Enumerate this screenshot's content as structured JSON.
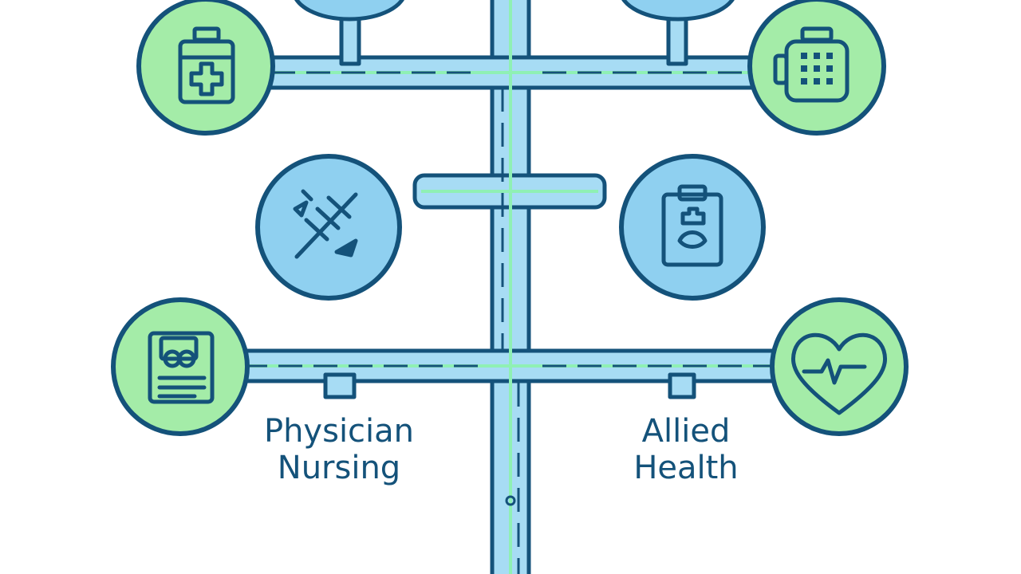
{
  "colors": {
    "outline": "#14527a",
    "blue_fill": "#8fd0f0",
    "green_fill": "#a4eca8",
    "pipe_fill": "#a7dcf4",
    "glow": "#8ff0b4",
    "background": "#ffffff"
  },
  "labels": {
    "left_line1": "Physician",
    "left_line2": "Nursing",
    "right_line1": "Allied",
    "right_line2": "Health"
  },
  "nodes": [
    {
      "name": "medicine-bottle-node",
      "icon": "medicine-bottle-icon",
      "fill": "green"
    },
    {
      "name": "pill-bottle-grid-node",
      "icon": "pill-bottle-icon",
      "fill": "green"
    },
    {
      "name": "fishbone-node",
      "icon": "fishbone-icon",
      "fill": "blue"
    },
    {
      "name": "clipboard-patient-node",
      "icon": "clipboard-icon",
      "fill": "blue"
    },
    {
      "name": "clipboard-report-node",
      "icon": "clipboard-report-icon",
      "fill": "green"
    },
    {
      "name": "heart-rate-node",
      "icon": "heart-rate-icon",
      "fill": "green"
    },
    {
      "name": "top-left-partial-node",
      "icon": "",
      "fill": "blue"
    },
    {
      "name": "top-right-partial-node",
      "icon": "",
      "fill": "blue"
    }
  ]
}
